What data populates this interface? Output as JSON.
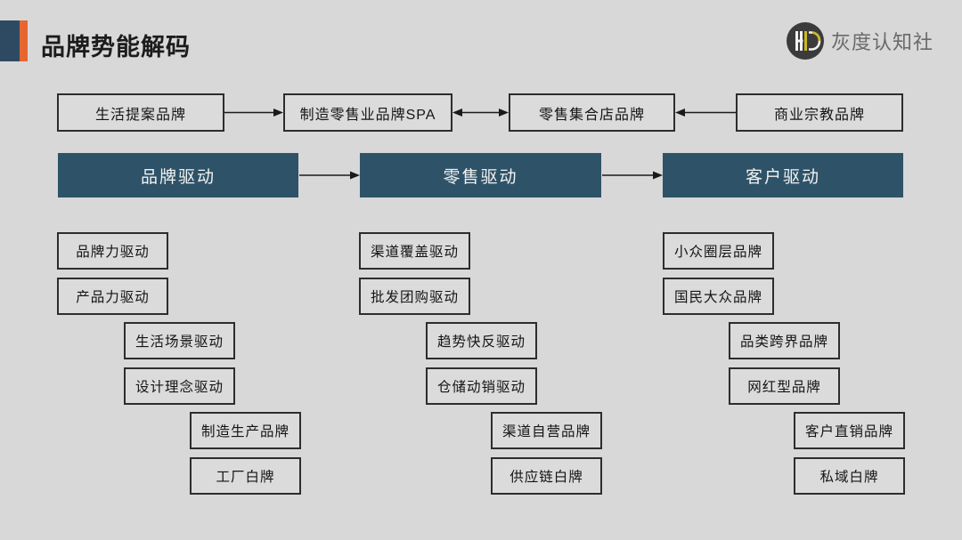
{
  "header": {
    "title": "品牌势能解码",
    "logo_monogram": "HD",
    "logo_text": "灰度认知社"
  },
  "colors": {
    "background": "#d8d8d8",
    "banner_fill": "#2e5368",
    "accent_blue": "#2e4a63",
    "accent_orange": "#e5662e",
    "box_border": "#2d2d2d",
    "logo_circle": "#3b3b3b",
    "logo_yellow": "#c9b825"
  },
  "top_flow": {
    "boxes": [
      {
        "label": "生活提案品牌"
      },
      {
        "label": "制造零售业品牌SPA"
      },
      {
        "label": "零售集合店品牌"
      },
      {
        "label": "商业宗教品牌"
      }
    ],
    "arrows": [
      {
        "from": "生活提案品牌",
        "to": "制造零售业品牌SPA",
        "direction": "right"
      },
      {
        "from": "制造零售业品牌SPA",
        "to": "零售集合店品牌",
        "direction": "both"
      },
      {
        "from": "商业宗教品牌",
        "to": "零售集合店品牌",
        "direction": "left"
      }
    ]
  },
  "drivers": [
    {
      "banner": "品牌驱动",
      "items": [
        "品牌力驱动",
        "产品力驱动",
        "生活场景驱动",
        "设计理念驱动",
        "制造生产品牌",
        "工厂白牌"
      ]
    },
    {
      "banner": "零售驱动",
      "items": [
        "渠道覆盖驱动",
        "批发团购驱动",
        "趋势快反驱动",
        "仓储动销驱动",
        "渠道自营品牌",
        "供应链白牌"
      ]
    },
    {
      "banner": "客户驱动",
      "items": [
        "小众圈层品牌",
        "国民大众品牌",
        "品类跨界品牌",
        "网红型品牌",
        "客户直销品牌",
        "私域白牌"
      ]
    }
  ],
  "banner_arrows": [
    {
      "from": "品牌驱动",
      "to": "零售驱动",
      "direction": "right"
    },
    {
      "from": "零售驱动",
      "to": "客户驱动",
      "direction": "right"
    }
  ]
}
